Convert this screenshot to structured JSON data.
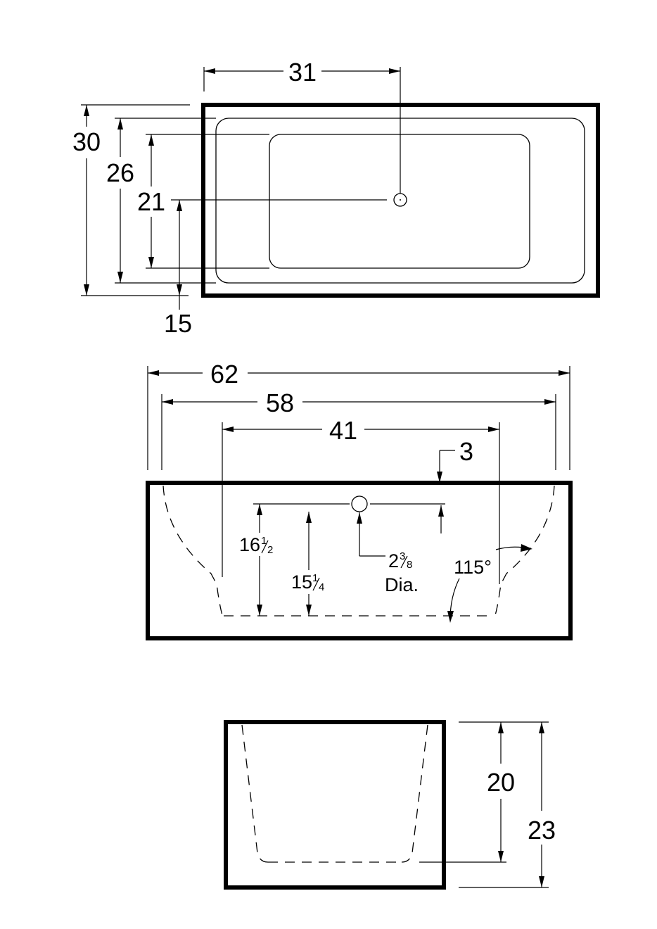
{
  "top_view": {
    "width_to_drain": "31",
    "overall_depth": "30",
    "rim_inner_depth": "26",
    "basin_floor_depth": "21",
    "drain_offset": "15"
  },
  "side_view": {
    "overall_length": "62",
    "rim_inner_length": "58",
    "floor_length": "41",
    "rim_thickness": "3",
    "overflow_height": {
      "whole": "16",
      "num": "1",
      "den": "2"
    },
    "drain_height": {
      "whole": "15",
      "num": "1",
      "den": "4"
    },
    "overflow_diameter": {
      "whole": "2",
      "num": "3",
      "den": "8",
      "suffix": "Dia."
    },
    "wall_angle": "115°"
  },
  "end_view": {
    "interior_depth": "20",
    "overall_height": "23"
  }
}
